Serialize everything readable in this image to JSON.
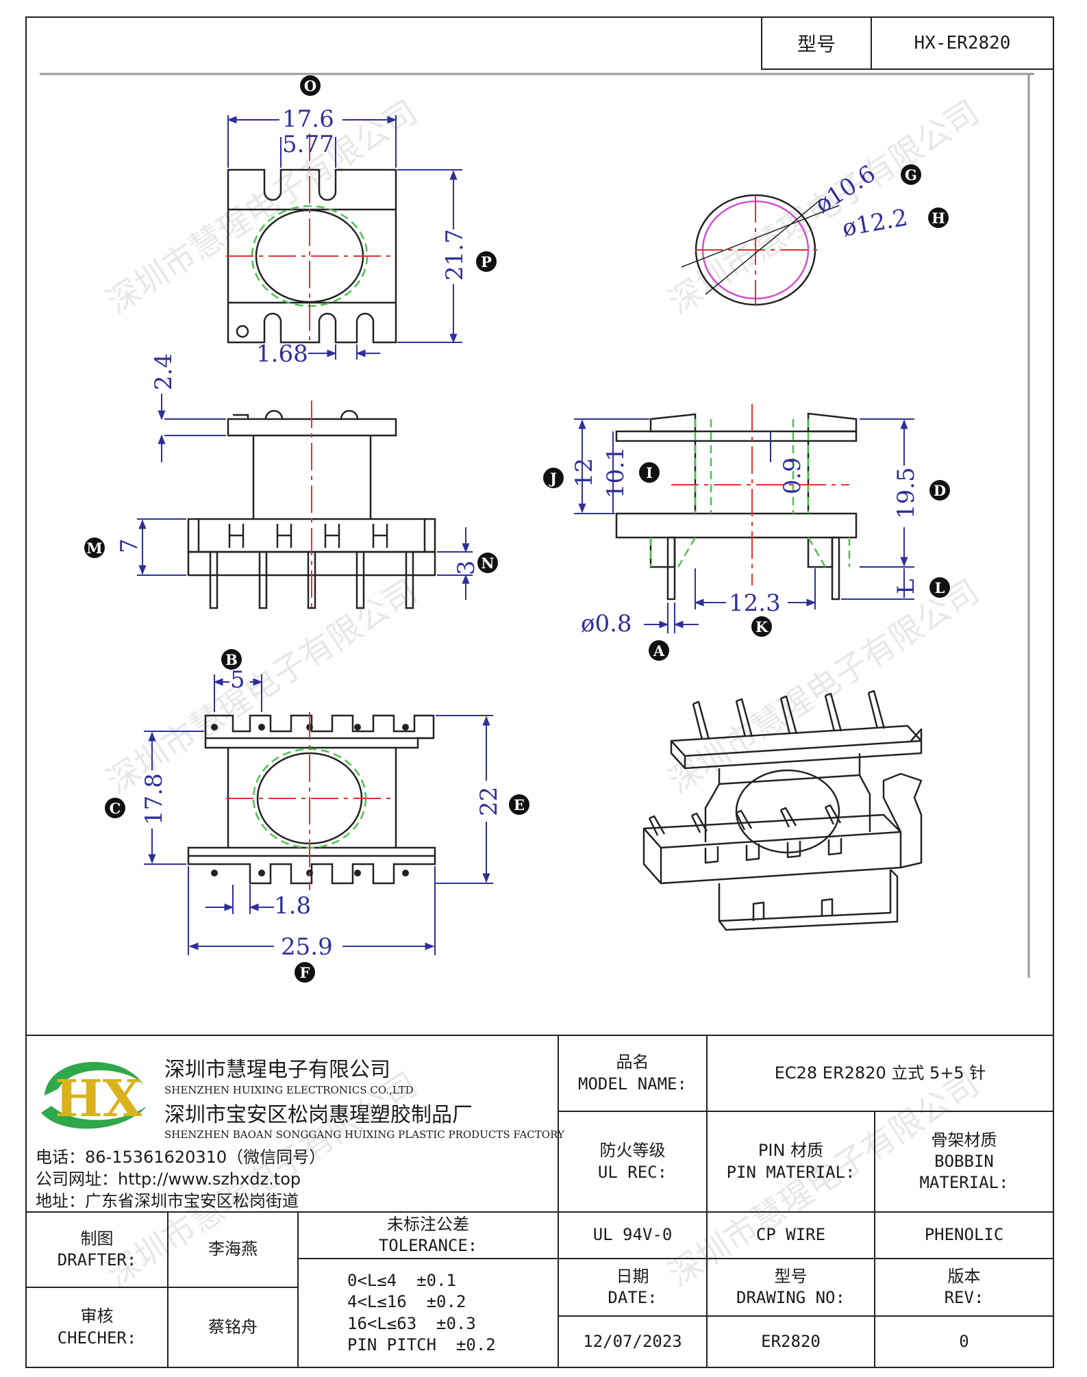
{
  "header": {
    "model_label": "型号",
    "model_value": "HX-ER2820"
  },
  "views": {
    "top": {
      "marker": "O",
      "width": "17.6",
      "slot": "5.77",
      "height": "21.7",
      "height_marker": "P",
      "pin_gap": "1.68"
    },
    "circle": {
      "inner_dia": "ø10.6",
      "inner_marker": "G",
      "outer_dia": "ø12.2",
      "outer_marker": "H"
    },
    "front": {
      "flange": "2.4",
      "base_height": "7",
      "base_marker": "M",
      "pin_step": "3",
      "pin_marker": "N"
    },
    "side": {
      "outer": "12",
      "outer_marker": "J",
      "inner": "10.1",
      "inner_marker": "I",
      "wall": "0.9",
      "total": "19.5",
      "total_marker": "D",
      "pin_len": "L",
      "pin_len_marker": "L",
      "span": "12.3",
      "span_marker": "K",
      "pin_dia": "ø0.8",
      "pin_dia_marker": "A"
    },
    "bottom": {
      "pitch": "5",
      "pitch_marker": "B",
      "height": "17.8",
      "height_marker": "C",
      "length": "22",
      "length_marker": "E",
      "pin_w": "1.8",
      "width": "25.9",
      "width_marker": "F"
    }
  },
  "watermark": "深圳市慧瑆电子有限公司",
  "company": {
    "logo": "HX",
    "name_cn": "深圳市慧瑆电子有限公司",
    "name_en": "SHENZHEN HUIXING ELECTRONICS CO.,LTD",
    "factory_cn": "深圳市宝安区松岗惠瑆塑胶制品厂",
    "factory_en": "SHENZHEN BAOAN SONGGANG HUIXING PLASTIC PRODUCTS FACTORY",
    "phone": "电话：86-15361620310（微信同号）",
    "website": "公司网址：http://www.szhxdz.top",
    "address": "地址：广东省深圳市宝安区松岗街道"
  },
  "titleblock": {
    "model_name_cn": "品名",
    "model_name_en": "MODEL NAME:",
    "model_name_value": "EC28 ER2820 立式 5+5 针",
    "ul_cn": "防火等级",
    "ul_en": "UL REC:",
    "pin_cn": "PIN 材质",
    "pin_en": "PIN MATERIAL:",
    "bobbin_cn": "骨架材质",
    "bobbin_en1": "BOBBIN",
    "bobbin_en2": "MATERIAL:",
    "ul_value": "UL 94V-0",
    "pin_value": "CP WIRE",
    "bobbin_value": "PHENOLIC",
    "drafter_cn": "制图",
    "drafter_en": "DRAFTER:",
    "drafter_name": "李海燕",
    "checker_cn": "审核",
    "checker_en": "CHECHER:",
    "checker_name": "蔡铭舟",
    "tolerance_cn": "未标注公差",
    "tolerance_en": "TOLERANCE:",
    "tolerances": [
      "0<L≤4  ±0.1",
      "4<L≤16  ±0.2",
      "16<L≤63  ±0.3",
      "PIN PITCH  ±0.2"
    ],
    "date_cn": "日期",
    "date_en": "DATE:",
    "date_value": "12/07/2023",
    "drawing_cn": "型号",
    "drawing_en": "DRAWING NO:",
    "drawing_value": "ER2820",
    "rev_cn": "版本",
    "rev_en": "REV:",
    "rev_value": "0"
  },
  "colors": {
    "dimension": "#2f2f9a",
    "center_line": "#e03030",
    "hidden_line": "#4cc24c",
    "inner_circle": "#d050d0",
    "logo_green": "#2ea84a",
    "logo_yellow": "#d9b21c"
  }
}
